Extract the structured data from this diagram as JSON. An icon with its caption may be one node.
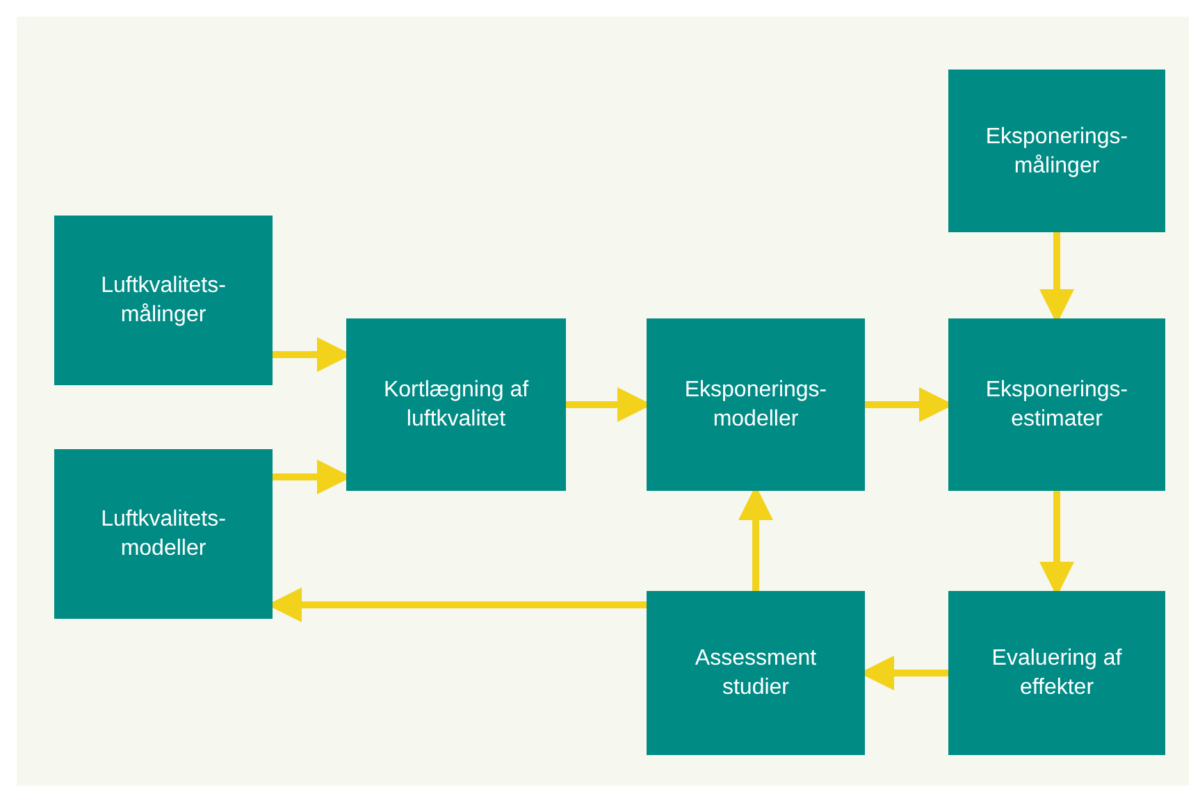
{
  "diagram": {
    "nodes": [
      {
        "text": [
          "Luftkvalitets- målinger"
        ]
      },
      {
        "text": [
          "Luftkvalitets- modeller"
        ]
      },
      {
        "text": [
          "Kortlægning af luftkvalitet"
        ]
      },
      {
        "text": [
          "Eksponerings- modeller"
        ]
      },
      {
        "text": [
          "Eksponerings- målinger"
        ]
      },
      {
        "text": [
          "Eksponerings- estimater"
        ]
      },
      {
        "text": [
          "Assessment studier"
        ]
      },
      {
        "text": [
          "Evaluering af effekter"
        ]
      }
    ],
    "edges": [
      {
        "from": 0,
        "to": 2,
        "arrow": "to"
      },
      {
        "from": 1,
        "to": 2,
        "arrow": "to"
      },
      {
        "from": 2,
        "to": 3,
        "arrow": "to"
      },
      {
        "from": 3,
        "to": 5,
        "arrow": "to"
      },
      {
        "from": 4,
        "to": 5,
        "arrow": "to"
      },
      {
        "from": 5,
        "to": 7,
        "arrow": "to"
      },
      {
        "from": 7,
        "to": 6,
        "arrow": "to"
      },
      {
        "from": 6,
        "to": 3,
        "arrow": "to"
      },
      {
        "from": 6,
        "to": 1,
        "arrow": "to"
      }
    ]
  }
}
